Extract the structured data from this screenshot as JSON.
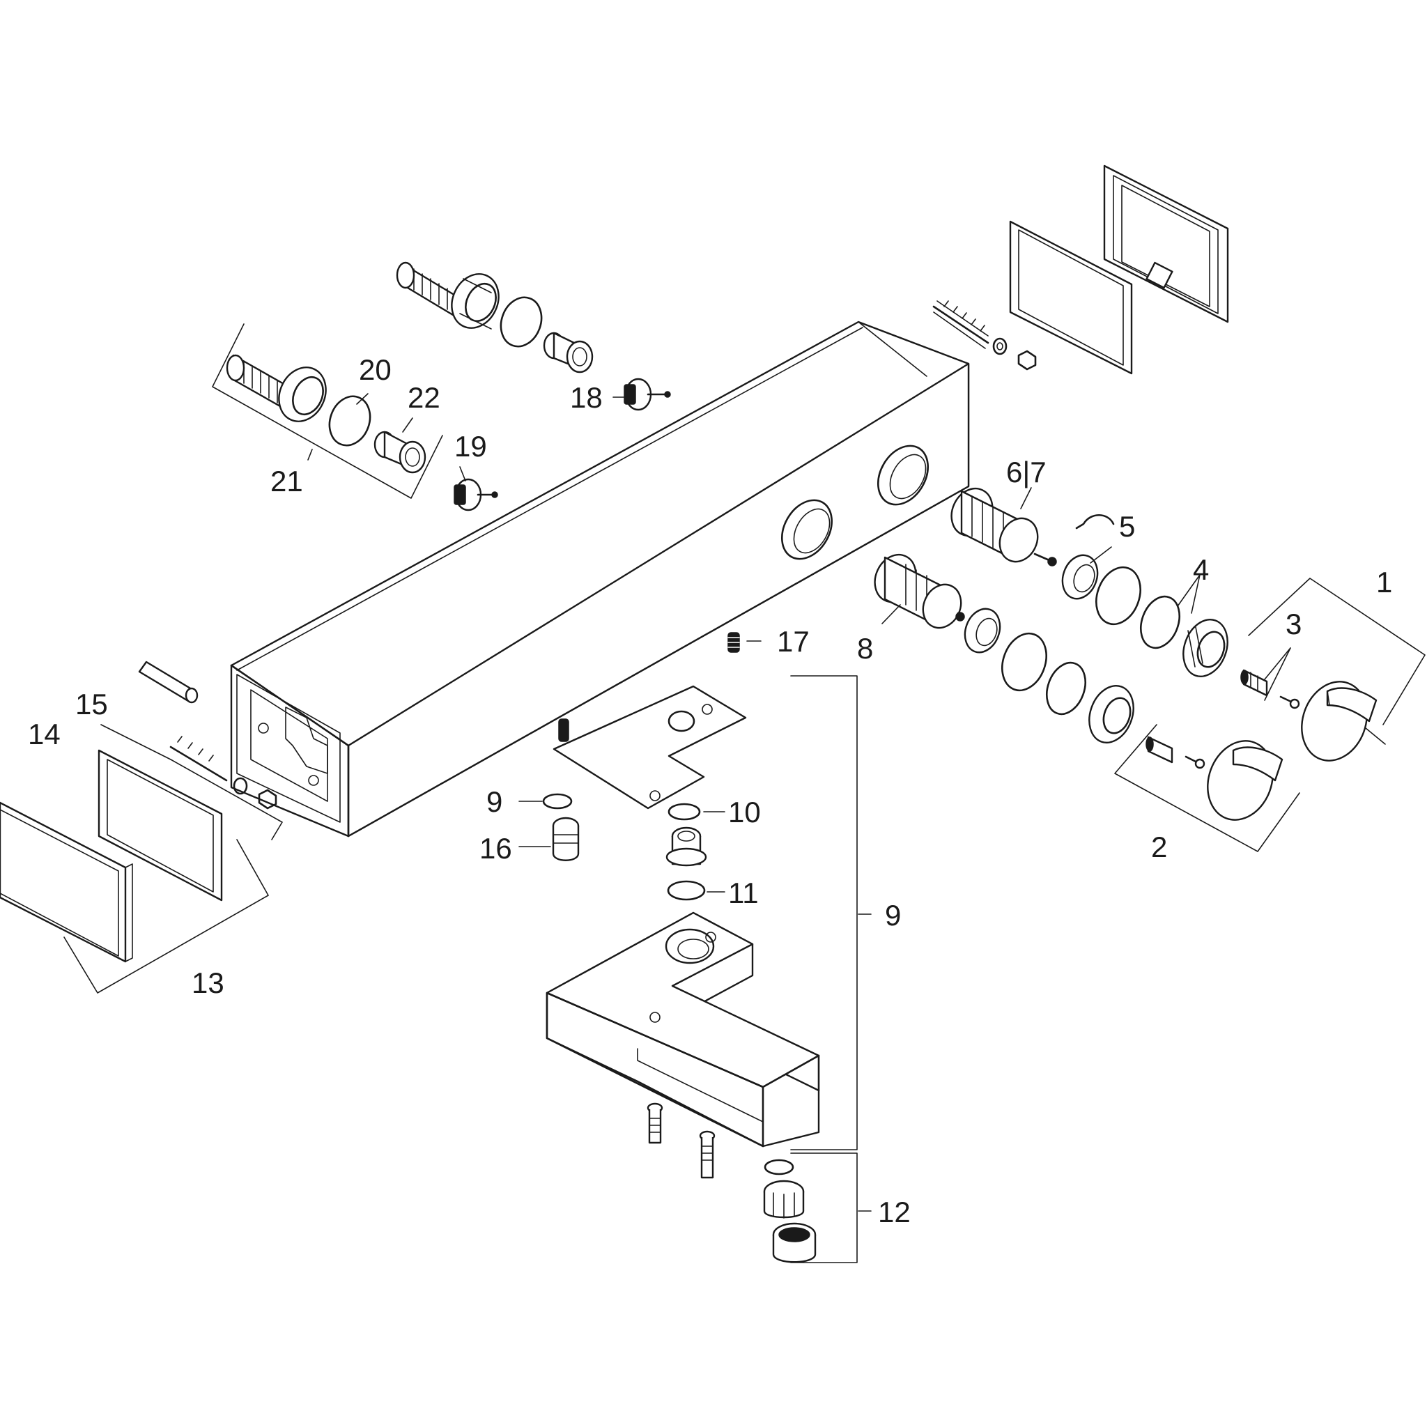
{
  "diagram": {
    "background": "#ffffff",
    "line_color": "#1a1a1a",
    "labels": {
      "p1": "1",
      "p2": "2",
      "p3": "3",
      "p4": "4",
      "p5": "5",
      "p6_7": "6|7",
      "p8": "8",
      "p9a": "9",
      "p9b": "9",
      "p10": "10",
      "p11": "11",
      "p12": "12",
      "p13": "13",
      "p14": "14",
      "p15": "15",
      "p16": "16",
      "p17": "17",
      "p18": "18",
      "p19": "19",
      "p20": "20",
      "p21": "21",
      "p22": "22"
    }
  }
}
